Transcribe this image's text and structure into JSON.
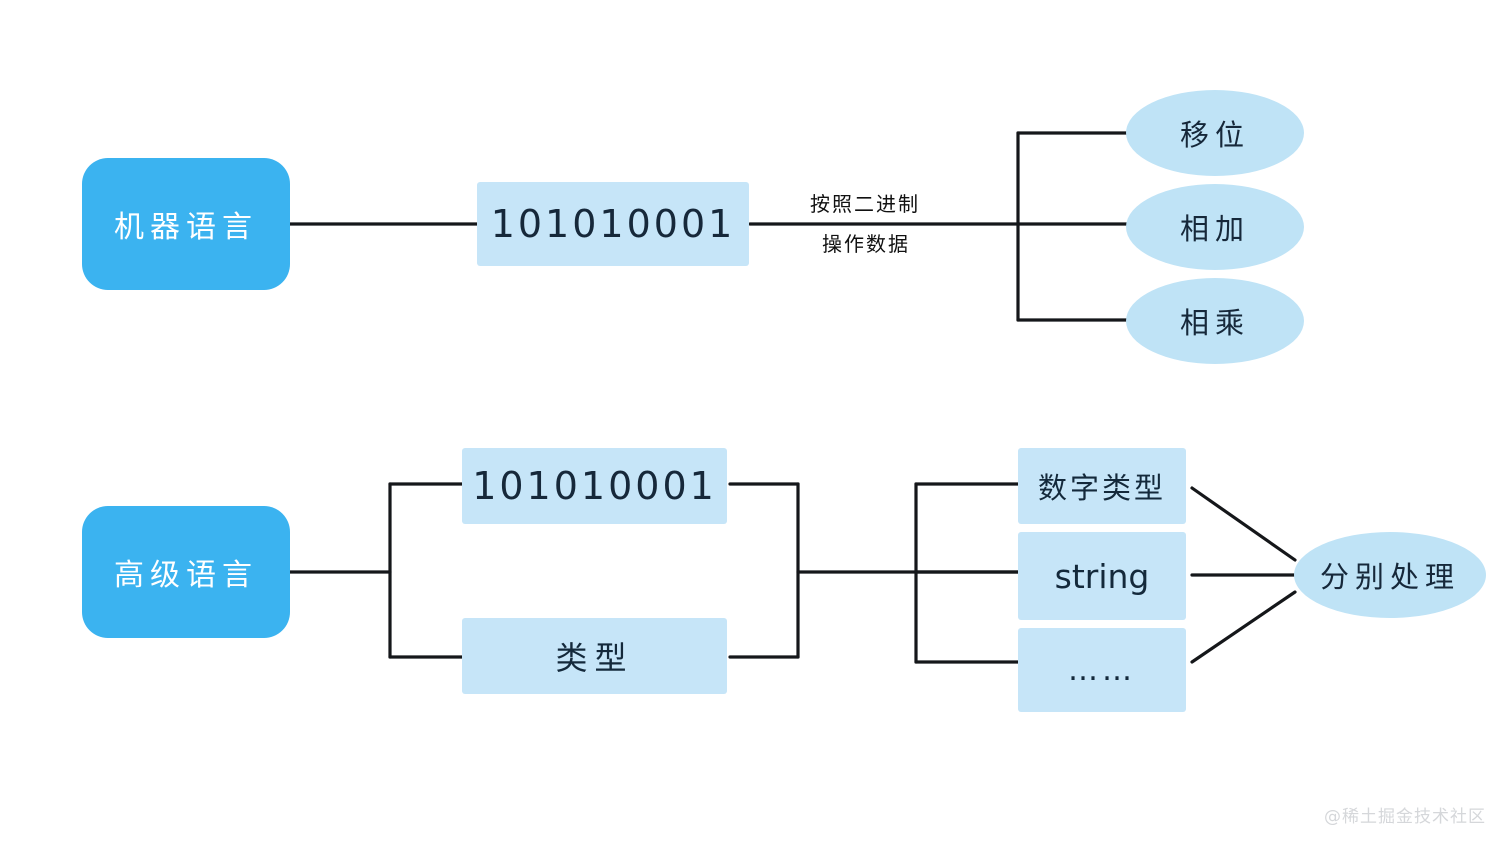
{
  "diagram": {
    "title_watermark": "@稀土掘金技术社区",
    "colors": {
      "primary_blue": "#3BB3F0",
      "highlight_blue": "#C6E5F8",
      "ellipse_blue": "#BFE3F6",
      "line_black": "#15171a",
      "watermark_gray": "#d5d7da",
      "background": "#ffffff"
    },
    "row_machine": {
      "source_label": "机器语言",
      "data_label": "101010001",
      "edge_label_top": "按照二进制",
      "edge_label_bottom": "操作数据",
      "operations": [
        {
          "label": "移位"
        },
        {
          "label": "相加"
        },
        {
          "label": "相乘"
        }
      ]
    },
    "row_highlevel": {
      "source_label": "高级语言",
      "components": [
        {
          "label": "101010001"
        },
        {
          "label": "类型"
        }
      ],
      "types": [
        {
          "label": "数字类型"
        },
        {
          "label": "string"
        },
        {
          "label": "……"
        }
      ],
      "result_label": "分别处理"
    }
  }
}
